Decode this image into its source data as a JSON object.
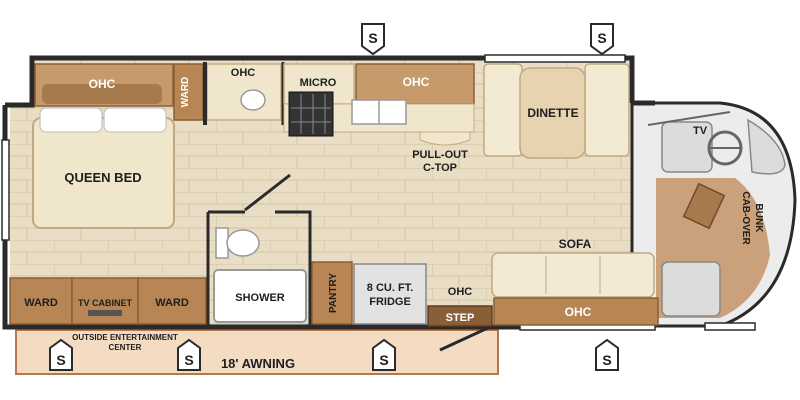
{
  "labels": {
    "ohc_bed": "OHC",
    "ward_top": "WARD",
    "ohc_bath": "OHC",
    "micro": "MICRO",
    "ohc_kitchen": "OHC",
    "dinette": "DINETTE",
    "tv": "TV",
    "pullout_line1": "PULL-OUT",
    "pullout_line2": "C-TOP",
    "queen_bed": "QUEEN BED",
    "cab_over_line1": "CAB-OVER",
    "cab_over_line2": "BUNK",
    "sofa": "SOFA",
    "ward_left": "WARD",
    "tv_cabinet": "TV CABINET",
    "ward_right": "WARD",
    "shower": "SHOWER",
    "pantry": "PANTRY",
    "fridge_line1": "8 CU. FT.",
    "fridge_line2": "FRIDGE",
    "ohc_entry": "OHC",
    "step": "STEP",
    "ohc_sofa": "OHC",
    "outside_ent_line1": "OUTSIDE ENTERTAINMENT",
    "outside_ent_line2": "CENTER",
    "awning": "18' AWNING"
  },
  "slide_markers": [
    "S",
    "S",
    "S",
    "S",
    "S",
    "S"
  ],
  "colors": {
    "wall": "#2a2a2a",
    "floor": "#e8dcc2",
    "floor_grid": "#d6c7a6",
    "cabinet": "#b78654",
    "cabinet_dark": "#9a6b3c",
    "bed": "#efe6cc",
    "awning": "#f3dcc2",
    "awning_border": "#b5784d",
    "upholstery": "#f2ead3",
    "gray_fixture": "#d0d0d0"
  }
}
